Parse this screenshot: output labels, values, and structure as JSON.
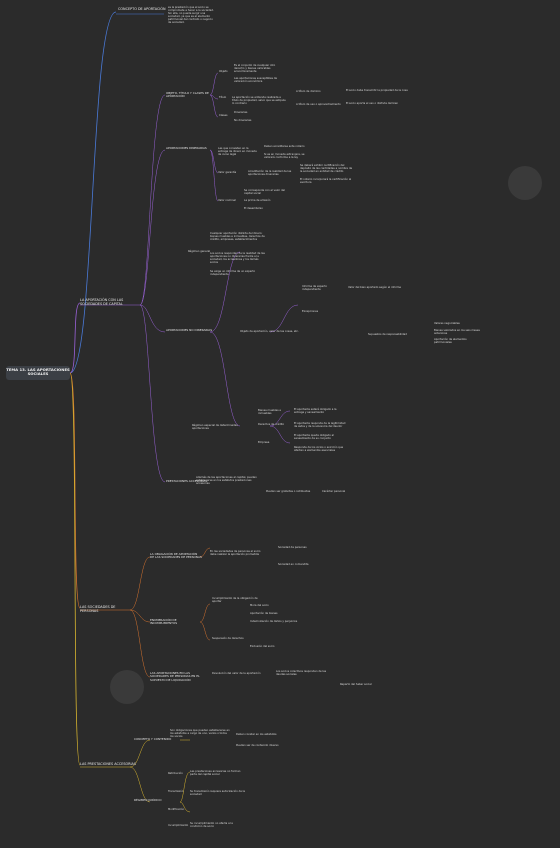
{
  "root": "TEMA 13. LAS APORTACIONES SOCIALES",
  "concepto": {
    "label": "CONCEPTO DE APORTACIÓN",
    "def": "es la prestación que el socio se compromete a hacer a la sociedad. Sin ella, no puede surgir una sociedad, ya que es el elemento patrimonial del contrato o negocio de sociedad."
  },
  "capital": {
    "label": "LA APORTACIÓN CON LAS SOCIEDADES DE CAPITAL",
    "objeto": {
      "label": "OBJETO, TÍTULO Y CLASES DE APORTACIÓN",
      "objeto_label": "Objeto",
      "objeto_1": "Es el conjunto de cualquier otro derecho y bienes valorables económicamente",
      "objeto_2": "Las aportaciones susceptibles de valoración económica",
      "titulo_label": "Título",
      "titulo_1": "La aportación se entiende realizada a título de propiedad, salvo que se estipule lo contrario",
      "titulo_2": "A título de dominio",
      "titulo_3": "A título de uso o aprovechamiento",
      "titulo_2a": "El socio debe transmitir la propiedad de la cosa",
      "titulo_3a": "El socio aporta el uso o disfrute del bien",
      "clases_label": "Clases",
      "clases_1": "Dinerarias",
      "clases_2": "No dinerarias"
    },
    "dinerarias": {
      "label": "APORTACIONES DINERARIAS",
      "a1": "Las que consisten en la entrega de dinero en moneda de curso legal",
      "a1a": "Deben acreditarse ante notario",
      "a1b": "Si es en moneda extranjera, se valorará conforme a la ley",
      "a2": "Valor garantía",
      "a2a": "Acreditación de la realidad de las aportaciones dinerarias",
      "a2b": "Se deberá exhibir certificación del depósito de las cantidades a nombre de la sociedad en entidad de crédito",
      "a2c": "El notario incorporará la certificación al escritura",
      "a3": "Valor nominal",
      "a3a": "Se corresponde con el valor del capital social",
      "a3b": "La prima de emisión",
      "a3c": "El desembolso"
    },
    "nodinerarias": {
      "label": "APORTACIONES NO DINERARIAS",
      "general": "Régimen general",
      "g1": "Cualquier aportación distinta del dinero: bienes muebles e inmuebles, derechos de crédito, empresas, establecimientos",
      "g2": "Los socios responden de la realidad de las aportaciones no dinerarias frente a la sociedad, los acreedores y los demás socios",
      "g3": "Se exige un informe de un experto independiente",
      "obj": "Objeto de aportación, valor de las cosas, etc.",
      "v1": "Informe de experto independiente",
      "v1a": "Valor del bien aportado según el informe",
      "v2": "Excepciones",
      "v3": "Supuestos de responsabilidad",
      "e1": "Valores negociables",
      "e2": "Bienes valorados en los seis meses anteriores",
      "e3": "Aportación de elementos patrimoniales",
      "especifico": "Régimen especial de determinadas aportaciones",
      "s1": "Bienes muebles e inmuebles",
      "s1a": "El aportante estará obligado a la entrega y saneamiento",
      "s2": "Derechos de crédito",
      "s2a": "El aportante responde de la legitimidad de éstos y de la solvencia del deudor",
      "s3": "Empresa",
      "s3a": "El aportante queda obligado al saneamiento de su conjunto",
      "s3b": "Responde de los vicios o evicción que afecten a elementos esenciales"
    },
    "prestaciones": {
      "label": "PRESTACIONES ACCESORIAS",
      "p1": "Además de las aportaciones al capital, pueden establecerse en los estatutos prestaciones accesorias",
      "p2": "Pueden ser gratuitas o retribuidas",
      "p3": "Carácter personal"
    }
  },
  "personas": {
    "label": "LAS SOCIEDADES DE PERSONAS",
    "r1": "LA OBLIGACIÓN DE APORTACIÓN DE LAS SOCIEDADES DE PERSONAS",
    "r1a": "En las sociedades de personas el socio debe realizar la aportación prometida",
    "r1b": "Sociedad de personas",
    "r1c": "Sociedad en comandita",
    "r2": "ENUMERACIÓN DE INCUMPLIMIENTOS",
    "r2a": "Incumplimiento de la obligación de aportar",
    "r2b": "Mora del socio",
    "r2c": "Aportación de bienes",
    "r2d": "Indemnización de daños y perjuicios",
    "r2e": "Suspensión de derechos",
    "r2f": "Exclusión del socio",
    "r3": "LAS APORTACIONES EN LAS SOCIEDADES DE PERSONAS EN EL SUPUESTO DE LIQUIDACIÓN",
    "r3a": "Devolución del valor de la aportación",
    "r3b": "Los socios colectivos responden de las deudas sociales",
    "r3c": "Reparto del haber social"
  },
  "accesorias": {
    "label": "LAS PRESTACIONES ACCESORIAS",
    "c1": "CONCEPTO Y CONTENIDO",
    "c1a": "Son obligaciones que pueden establecerse en los estatutos a cargo de uno, varios o todos los socios",
    "c1b": "Deben constar en los estatutos",
    "c1c": "Pueden ser de contenido diverso",
    "c2": "RÉGIMEN JURÍDICO",
    "c2a": "Retribución",
    "c2b": "Transmisión",
    "c2c": "Modificación",
    "c2d": "Incumplimiento",
    "c2e": "Las prestaciones accesorias no forman parte del capital social",
    "c2f": "Su transmisión requiere autorización de la sociedad",
    "c2g": "Su incumplimiento no afecta a la condición de socio"
  },
  "colors": {
    "root": "#3b3f45",
    "b_concepto": "#4a7ad8",
    "b_capital": "#9a62d8",
    "b_personas": "#d8742f",
    "b_accesorias": "#d8b52f"
  }
}
